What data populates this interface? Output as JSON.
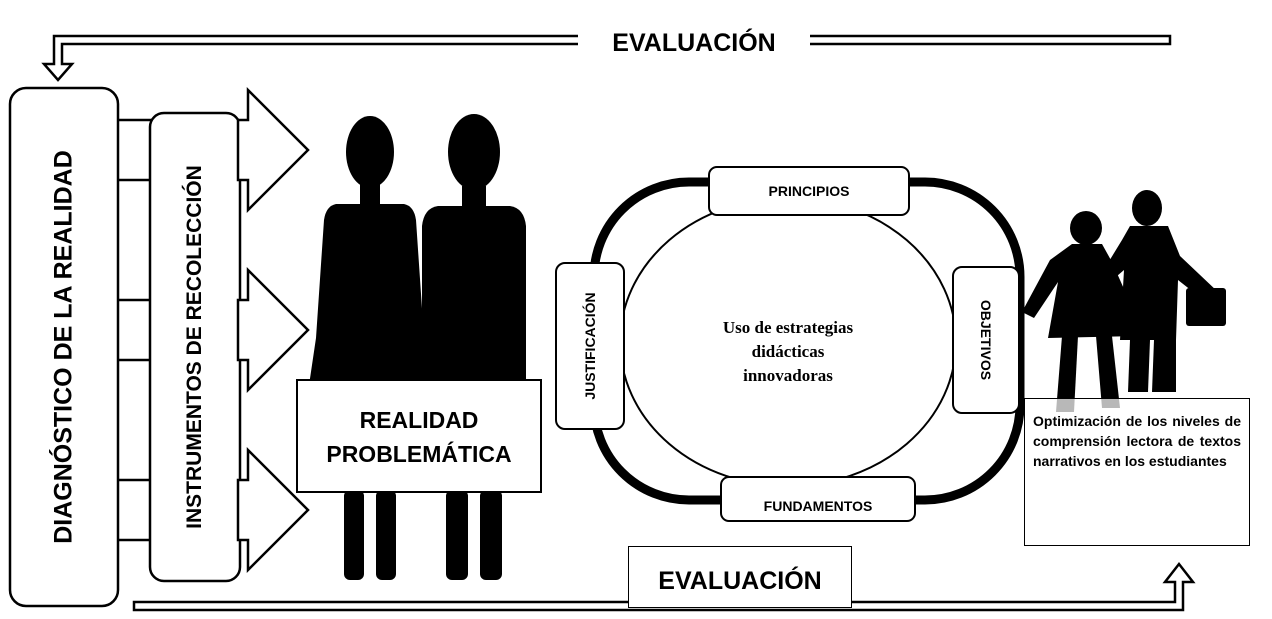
{
  "labels": {
    "evaluacion_top": "EVALUACIÓN",
    "evaluacion_bottom": "EVALUACIÓN",
    "diagnostico": "DIAGNÓSTICO DE LA REALIDAD",
    "instrumentos": "INSTRUMENTOS DE RECOLECCIÓN",
    "realidad_line1": "REALIDAD",
    "realidad_line2": "PROBLEMÁTICA",
    "principios": "PRINCIPIOS",
    "justificacion": "JUSTIFICACIÓN",
    "objetivos": "OBJETIVOS",
    "fundamentos": "FUNDAMENTOS",
    "center_line1": "Uso de estrategias",
    "center_line2": "didácticas",
    "center_line3": "innovadoras",
    "optimizacion": "Optimización de los niveles de comprensión lectora de textos narrativos en los estudiantes"
  },
  "colors": {
    "stroke": "#000000",
    "fill": "#ffffff",
    "silhouette": "#000000"
  }
}
